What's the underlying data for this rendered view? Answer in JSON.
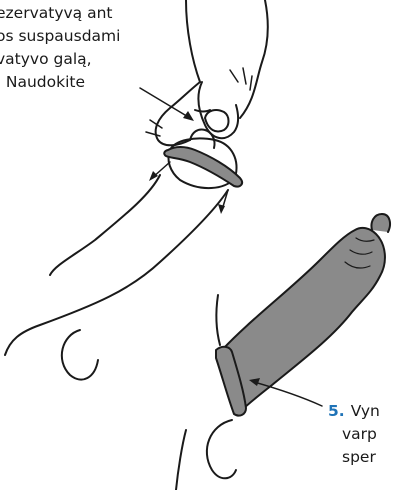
{
  "step4": {
    "lines": [
      "ezervatyvą ant",
      "os suspausdami",
      "vatyvo galą,",
      ". Naudokite"
    ]
  },
  "step5": {
    "number": "5.",
    "lines": [
      "Vyn",
      "varp",
      "sper"
    ]
  },
  "colors": {
    "step_number": "#1f73b7",
    "condom_fill": "#8a8a8a",
    "line": "#1a1a1a"
  }
}
